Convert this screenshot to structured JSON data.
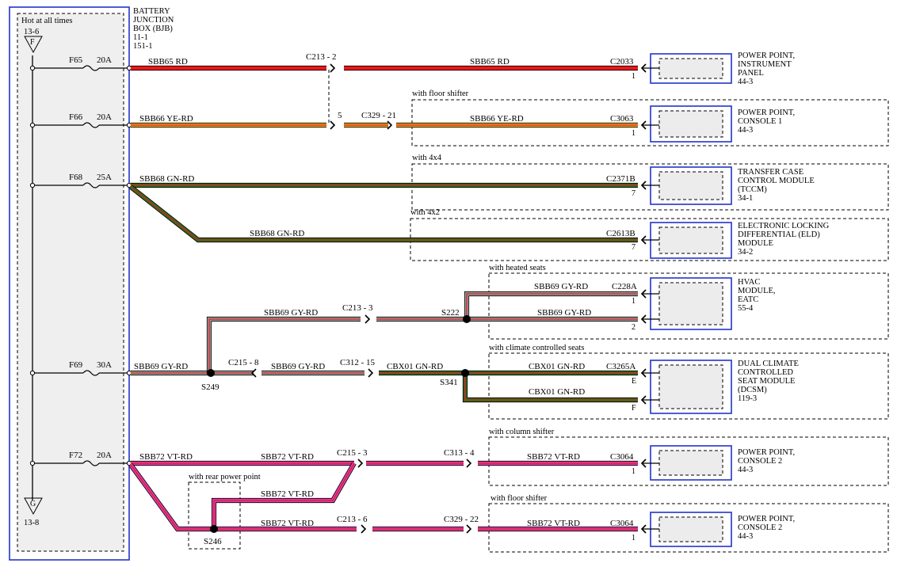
{
  "bjb": {
    "title_lines": [
      "BATTERY",
      "JUNCTION",
      "BOX (BJB)",
      "11-1",
      "151-1"
    ],
    "hot_label": "Hot at all times",
    "top_ref": "13-6",
    "top_ground_letter": "F",
    "bottom_ground_letter": "G",
    "bottom_ref": "13-8"
  },
  "fuses": [
    {
      "id": "F65",
      "rating": "20A"
    },
    {
      "id": "F66",
      "rating": "20A"
    },
    {
      "id": "F68",
      "rating": "25A"
    },
    {
      "id": "F69",
      "rating": "30A"
    },
    {
      "id": "F72",
      "rating": "20A"
    }
  ],
  "wires": {
    "sbb65": "SBB65   RD",
    "sbb66": "SBB66   YE-RD",
    "sbb68": "SBB68   GN-RD",
    "sbb69": "SBB69   GY-RD",
    "cbx01": "CBX01   GN-RD",
    "sbb72": "SBB72   VT-RD"
  },
  "connectors": {
    "c213_2": "C213 - 2",
    "c213_2_pin5": "5",
    "c329_21": "C329 - 21",
    "c213_3": "C213 - 3",
    "c215_8": "C215 - 8",
    "c312_15": "C312 - 15",
    "c215_3": "C215 - 3",
    "c313_4": "C313 - 4",
    "c213_6": "C213 - 6",
    "c329_22": "C329 - 22"
  },
  "splices": {
    "s222": "S222",
    "s249": "S249",
    "s341": "S341",
    "s246": "S246"
  },
  "options": {
    "floor_shifter_1": "with floor shifter",
    "w4x4": "with 4x4",
    "w4x2": "with 4x2",
    "heated_seats": "with heated seats",
    "climate_seats": "with climate controlled seats",
    "column_shifter": "with column shifter",
    "rear_power_point": "with rear power point",
    "floor_shifter_2": "with floor shifter"
  },
  "components": [
    {
      "connector": "C2033",
      "pins": [
        "1"
      ],
      "lines": [
        "POWER POINT,",
        "INSTRUMENT",
        "PANEL",
        "44-3"
      ]
    },
    {
      "connector": "C3063",
      "pins": [
        "1"
      ],
      "lines": [
        "POWER POINT,",
        "CONSOLE 1",
        "44-3"
      ]
    },
    {
      "connector": "C2371B",
      "pins": [
        "7"
      ],
      "lines": [
        "TRANSFER CASE",
        "CONTROL MODULE",
        "(TCCM)",
        "34-1"
      ]
    },
    {
      "connector": "C2613B",
      "pins": [
        "7"
      ],
      "lines": [
        "ELECTRONIC LOCKING",
        "DIFFERENTIAL (ELD)",
        "MODULE",
        "34-2"
      ]
    },
    {
      "connector": "C228A",
      "pins": [
        "1",
        "2"
      ],
      "lines": [
        "HVAC",
        "MODULE,",
        "EATC",
        "55-4"
      ]
    },
    {
      "connector": "C3265A",
      "pins": [
        "E",
        "F"
      ],
      "lines": [
        "DUAL CLIMATE",
        "CONTROLLED",
        "SEAT MODULE",
        "(DCSM)",
        "119-3"
      ]
    },
    {
      "connector": "C3064",
      "pins": [
        "1"
      ],
      "lines": [
        "POWER POINT,",
        "CONSOLE 2",
        "44-3"
      ]
    },
    {
      "connector": "C3064",
      "pins": [
        "1"
      ],
      "lines": [
        "POWER POINT,",
        "CONSOLE 2",
        "44-3"
      ]
    }
  ],
  "colors": {
    "frame_blue": "#2233cc",
    "rd": "#e8191c",
    "ye": "#f2a51c",
    "gn": "#2f6e1e",
    "gy": "#9a9a9a",
    "vt": "#e23bb0",
    "stripe_red": "#d62020"
  }
}
